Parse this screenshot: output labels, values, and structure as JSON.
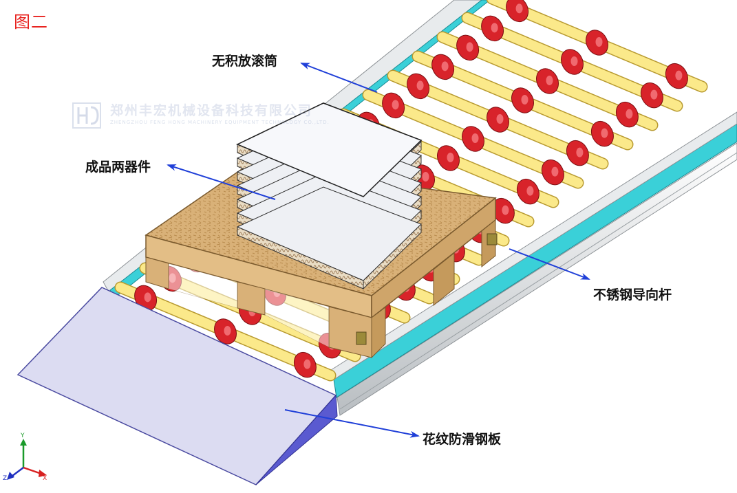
{
  "figure_label": "图二",
  "callouts": {
    "accumulation_roller": "无积放滚筒",
    "finished_product": "成品两器件",
    "stainless_guide_rod": "不锈钢导向杆",
    "checker_steel_plate": "花纹防滑钢板"
  },
  "watermark": {
    "company_cn": "郑州丰宏机械设备科技有限公司",
    "company_en": "ZHENGZHOU FENG HONG MACHINERY EQUIPMENT TECHNOLOGY CO.,LTD."
  },
  "axis_triad": {
    "y": "Y",
    "x": "X",
    "z": "Z"
  },
  "colors": {
    "roller_yellow": "#fbe98a",
    "roller_red": "#d8232a",
    "frame_teal": "#3ad0d8",
    "rail_gray": "#d7dadc",
    "pallet_wood": "#d9b178",
    "ramp_lavender": "#dcdcf2",
    "arrow_blue": "#1f3fd8",
    "figure_label_red": "#e8231f"
  }
}
